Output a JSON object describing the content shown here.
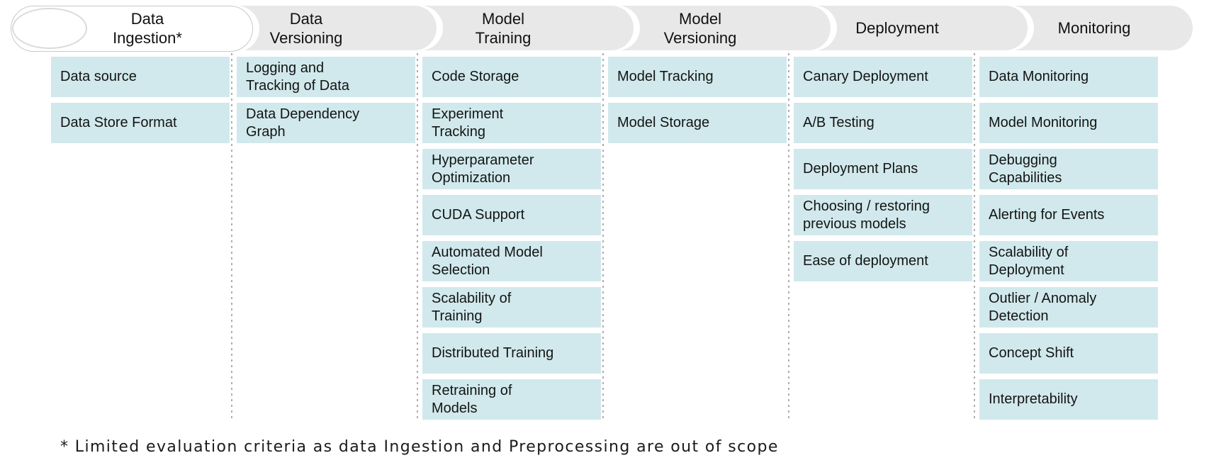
{
  "header": {
    "stages": [
      {
        "label": "Data\nIngestion*"
      },
      {
        "label": "Data\nVersioning"
      },
      {
        "label": "Model\nTraining"
      },
      {
        "label": "Model\nVersioning"
      },
      {
        "label": "Deployment"
      },
      {
        "label": "Monitoring"
      }
    ]
  },
  "columns": [
    {
      "stage": "Data Ingestion*",
      "items": [
        "Data source",
        "Data Store Format"
      ]
    },
    {
      "stage": "Data Versioning",
      "items": [
        "Logging and\nTracking of Data",
        "Data Dependency\nGraph"
      ]
    },
    {
      "stage": "Model Training",
      "items": [
        "Code Storage",
        "Experiment\nTracking",
        "Hyperparameter\nOptimization",
        "CUDA Support",
        "Automated Model\nSelection",
        "Scalability of\nTraining",
        "Distributed Training",
        "Retraining of\nModels"
      ]
    },
    {
      "stage": "Model Versioning",
      "items": [
        "Model Tracking",
        "Model Storage"
      ]
    },
    {
      "stage": "Deployment",
      "items": [
        "Canary Deployment",
        "A/B Testing",
        "Deployment Plans",
        "Choosing / restoring\nprevious models",
        "Ease of deployment"
      ]
    },
    {
      "stage": "Monitoring",
      "items": [
        "Data Monitoring",
        "Model Monitoring",
        "Debugging\nCapabilities",
        "Alerting for Events",
        "Scalability of\nDeployment",
        "Outlier / Anomaly\nDetection",
        "Concept Shift",
        "Interpretability"
      ]
    }
  ],
  "footnote": "* Limited evaluation criteria as data Ingestion and Preprocessing are out of scope",
  "colors": {
    "criteria_box_fill": "#d1e9ec",
    "stage_pill_fill": "#e8e8e8",
    "active_stage_fill": "#ffffff",
    "divider_dot": "#aeaeae",
    "text": "#111111"
  }
}
